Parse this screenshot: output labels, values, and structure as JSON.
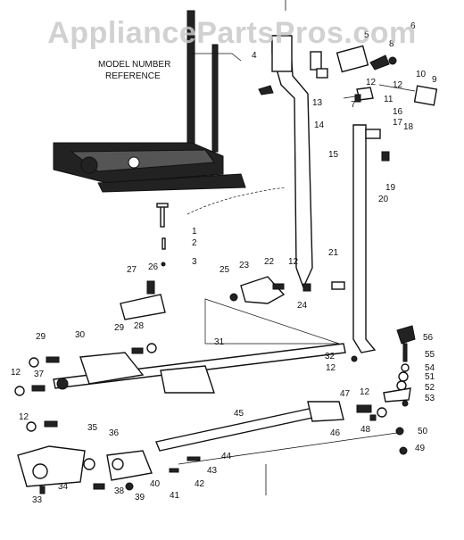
{
  "watermark": "AppliancePartsPros.com",
  "inset_caption": [
    "MODEL NUMBER",
    "REFERENCE"
  ],
  "callouts": [
    "1",
    "2",
    "3",
    "4",
    "5",
    "6",
    "7",
    "8",
    "9",
    "10",
    "11",
    "12",
    "13",
    "14",
    "15",
    "16",
    "17",
    "18",
    "19",
    "20",
    "21",
    "22",
    "23",
    "24",
    "25",
    "26",
    "27",
    "28",
    "29",
    "30",
    "31",
    "32",
    "33",
    "34",
    "35",
    "36",
    "37",
    "38",
    "39",
    "40",
    "41",
    "42",
    "43",
    "44",
    "45",
    "46",
    "47",
    "48",
    "49",
    "50",
    "51",
    "52",
    "53",
    "54",
    "55",
    "56"
  ]
}
